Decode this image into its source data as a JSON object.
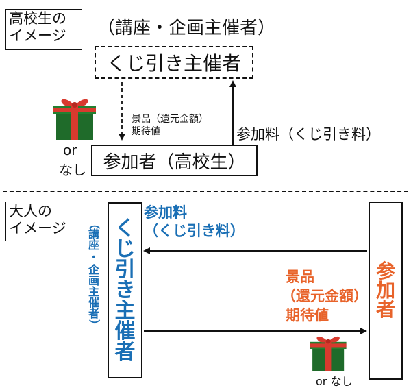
{
  "colors": {
    "text": "#111111",
    "blue": "#1a6fb5",
    "orange": "#e8632a",
    "gift_green": "#1f6b2a",
    "gift_red": "#d83a2e"
  },
  "highschool": {
    "image_label": "高校生の\nイメージ",
    "organizer_note": "（講座・企画主催者）",
    "lottery_host": "くじ引き主催者",
    "prize_label_line1": "景品（還元金額）",
    "prize_label_line2": "期待値",
    "fee_label": "参加料（くじ引き料）",
    "participant": "参加者（高校生）",
    "or_text": "or",
    "none_text": "なし",
    "gift_icon": "gift-box-icon"
  },
  "adult": {
    "image_label": "大人の\nイメージ",
    "organizer_note_vertical": "（講座・企画主催者）",
    "lottery_host_vertical": "くじ引き主催者",
    "fee_line1": "参加料",
    "fee_line2": "（くじ引き料）",
    "prize_line1": "景品",
    "prize_line2": "（還元金額）",
    "prize_line3": "期待値",
    "participant_vertical": "参加者",
    "or_none_text": "or なし",
    "gift_icon": "gift-box-icon"
  }
}
